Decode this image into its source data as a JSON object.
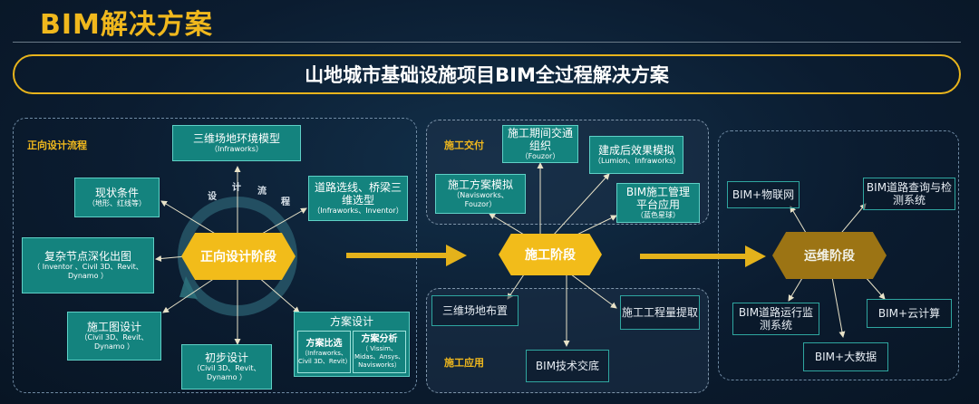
{
  "page_title": "BIM解决方案",
  "banner": "山地城市基础设施项目BIM全过程解决方案",
  "left": {
    "label": "正向设计流程",
    "cycle": [
      "设",
      "计",
      "流",
      "程"
    ],
    "center": "正向设计阶段",
    "items": {
      "terrain": {
        "title": "三维场地环境模型",
        "sub": "（Infraworks）"
      },
      "current": {
        "title": "现状条件",
        "sub": "（地形、红线等）"
      },
      "route": {
        "title": "道路选线、桥梁三维选型",
        "sub": "（Infraworks、Inventor）"
      },
      "node": {
        "title": "复杂节点深化出图",
        "sub": "（ Inventor 、Civil 3D、Revit、Dynamo ）"
      },
      "drawing": {
        "title": "施工图设计",
        "sub": "（Civil 3D、Revit、Dynamo ）"
      },
      "prelim": {
        "title": "初步设计",
        "sub": "（Civil 3D、Revit、Dynamo ）"
      },
      "scheme": {
        "title": "方案设计",
        "compare_title": "方案比选",
        "compare_sub": "（Infraworks、Civil 3D、Revit）",
        "analysis_title": "方案分析",
        "analysis_sub": "（ Vissim、Midas、Ansys、Navisworks）"
      }
    }
  },
  "middle": {
    "top_label": "施工交付",
    "center": "施工阶段",
    "bottom_label": "施工应用",
    "top_items": {
      "traffic": {
        "title": "施工期间交通组织",
        "sub": "（Fouzor）"
      },
      "effect": {
        "title": "建成后效果模拟",
        "sub": "（Lumion、Infraworks）"
      },
      "plan": {
        "title": "施工方案模拟",
        "sub": "（Navisworks、Fouzor）"
      },
      "mgmt": {
        "title": "BIM施工管理平台应用",
        "sub": "（蓝色星球）"
      }
    },
    "bottom_items": {
      "layout": "三维场地布置",
      "quantity": "施工工程量提取",
      "disclosure": "BIM技术交底"
    }
  },
  "right": {
    "center": "运维阶段",
    "items": {
      "iot": "BIM+物联网",
      "query": "BIM道路查询与检测系统",
      "monitor": "BIM道路运行监测系统",
      "cloud": "BIM+云计算",
      "bigdata": "BIM+大数据"
    }
  },
  "colors": {
    "accent": "#f0b81d",
    "teal": "#14837e",
    "ops": "#9c7414"
  }
}
